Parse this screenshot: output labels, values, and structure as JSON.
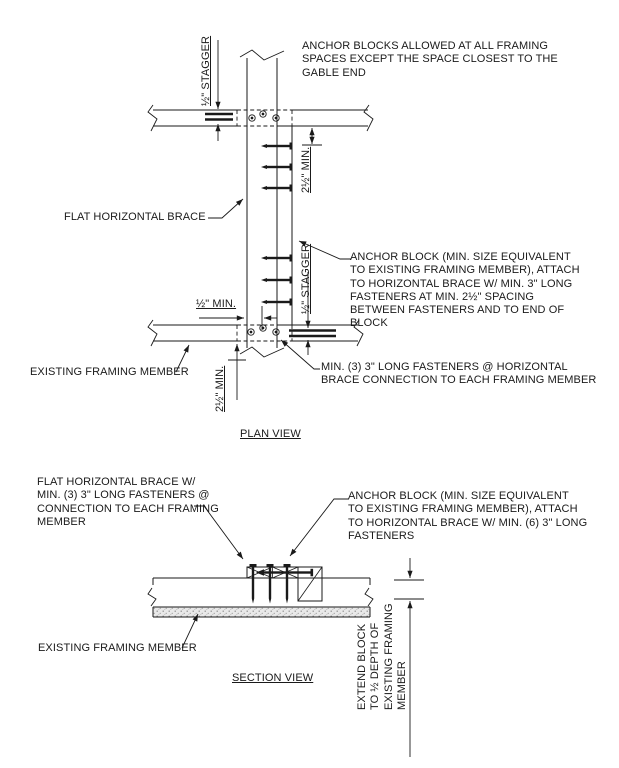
{
  "plan": {
    "title": "PLAN VIEW",
    "note": "ANCHOR BLOCKS ALLOWED AT ALL FRAMING\nSPACES EXCEPT THE SPACE CLOSEST TO THE\nGABLE END",
    "flat_brace_label": "FLAT HORIZONTAL BRACE",
    "anchor_block_label": "ANCHOR BLOCK (MIN. SIZE EQUIVALENT\nTO EXISTING FRAMING MEMBER), ATTACH\nTO HORIZONTAL BRACE W/ MIN. 3\" LONG\nFASTENERS AT MIN. 2½\" SPACING\nBETWEEN FASTENERS AND TO END OF\nBLOCK",
    "existing_member_label": "EXISTING FRAMING MEMBER",
    "fasteners_label": "MIN. (3) 3\" LONG FASTENERS @ HORIZONTAL\nBRACE CONNECTION TO EACH FRAMING MEMBER",
    "dim_stagger_top": "½\" STAGGER",
    "dim_spacing": "2½\" MIN.",
    "dim_edge": "½\" MIN.",
    "dim_stagger_bottom": "½\" STAGGER",
    "dim_end": "2½\" MIN."
  },
  "section": {
    "title": "SECTION VIEW",
    "flat_brace_label": "FLAT HORIZONTAL BRACE W/\nMIN. (3) 3\" LONG FASTENERS @\nCONNECTION TO EACH FRAMING\nMEMBER",
    "anchor_block_label": "ANCHOR BLOCK (MIN. SIZE EQUIVALENT\nTO EXISTING FRAMING MEMBER), ATTACH\nTO HORIZONTAL BRACE W/ MIN. (6) 3\" LONG\nFASTENERS",
    "existing_member_label": "EXISTING FRAMING MEMBER",
    "dim_extend": "EXTEND BLOCK\nTO ½ DEPTH OF\nEXISTING FRAMING\nMEMBER"
  },
  "colors": {
    "line": "#1a1a1a",
    "paper": "#ffffff"
  }
}
